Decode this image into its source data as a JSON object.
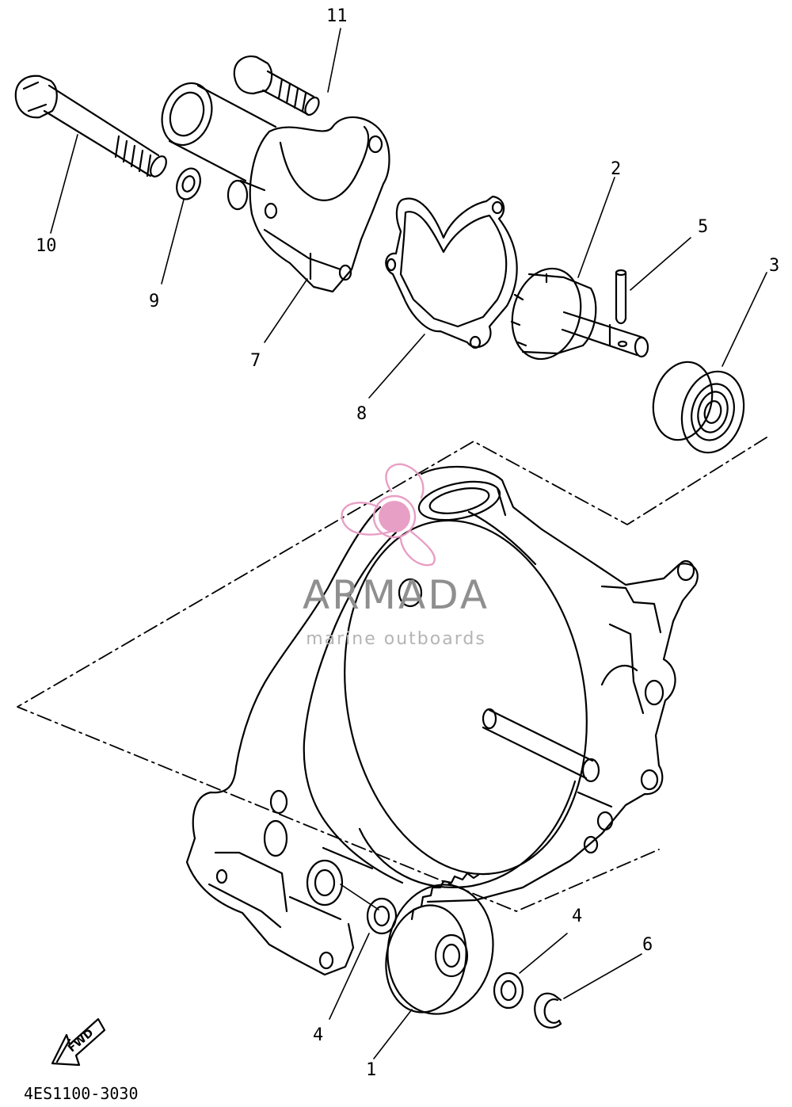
{
  "callouts": [
    {
      "id": "1",
      "label": "1"
    },
    {
      "id": "2",
      "label": "2"
    },
    {
      "id": "3",
      "label": "3"
    },
    {
      "id": "4a",
      "label": "4"
    },
    {
      "id": "4b",
      "label": "4"
    },
    {
      "id": "5",
      "label": "5"
    },
    {
      "id": "6",
      "label": "6"
    },
    {
      "id": "7",
      "label": "7"
    },
    {
      "id": "8",
      "label": "8"
    },
    {
      "id": "9",
      "label": "9"
    },
    {
      "id": "10",
      "label": "10"
    },
    {
      "id": "11",
      "label": "11"
    }
  ],
  "fwd_label": "FWD",
  "diagram_code": "4ES1100-3030",
  "watermark": {
    "brand": "ARMADA",
    "tagline": "marine outboards",
    "logo_color": "#e79ac2",
    "text_color": "#8f8f8f"
  },
  "line_color": "#000000"
}
